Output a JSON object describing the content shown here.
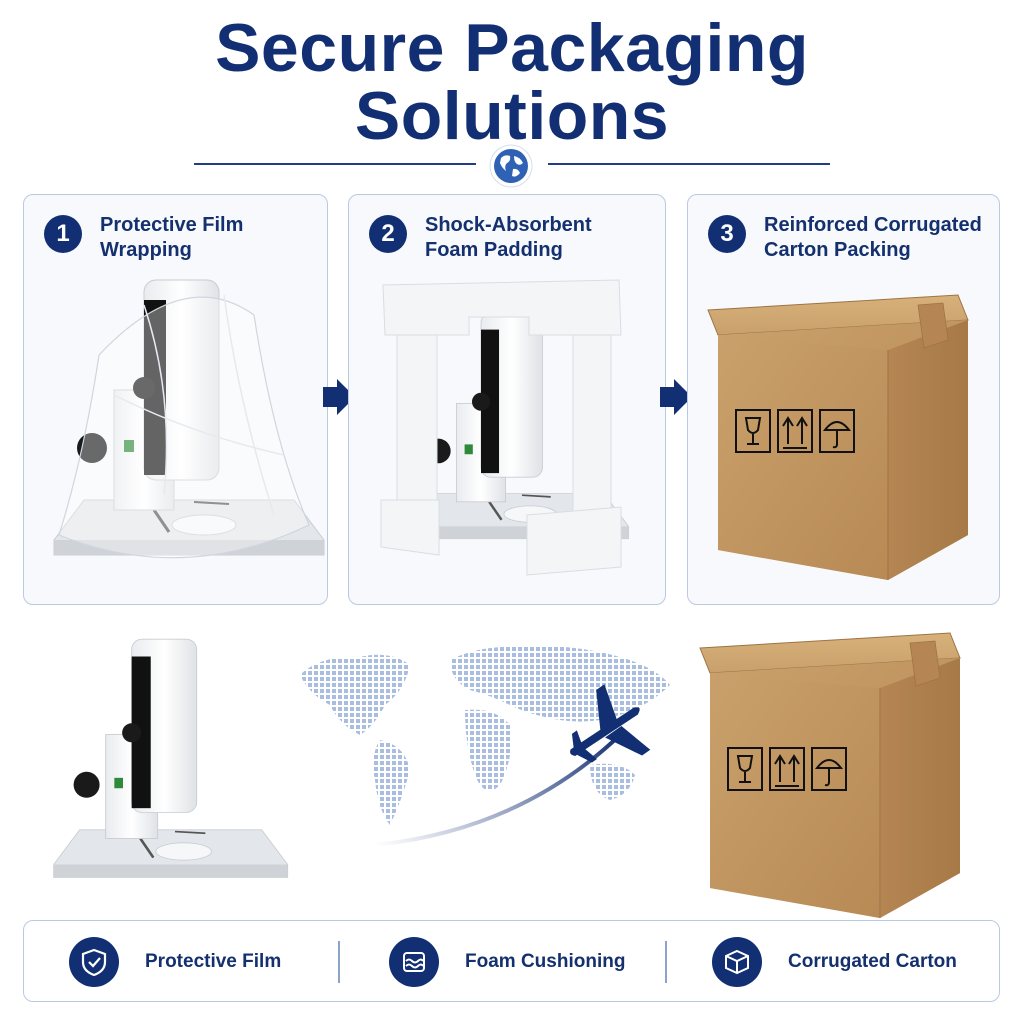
{
  "header": {
    "title_line1": "Secure Packaging",
    "title_line2": "Solutions",
    "badge_icon": "globe-icon"
  },
  "steps": [
    {
      "number": "1",
      "title": "Protective Film Wrapping",
      "art": "film-wrapped-microscope"
    },
    {
      "number": "2",
      "title": "Shock-Absorbent Foam Padding",
      "art": "foam-padded-microscope"
    },
    {
      "number": "3",
      "title": "Reinforced Corrugated Carton Packing",
      "art": "cardboard-box"
    }
  ],
  "step_arrow_icon": "chevron-right-icon",
  "illustration": {
    "left": "microscope",
    "center": "world-map-with-airplane",
    "right": "cardboard-box",
    "box_marks": [
      "fragile-glass-icon",
      "this-way-up-icon",
      "keep-dry-umbrella-icon"
    ]
  },
  "features": [
    {
      "label": "Protective Film",
      "icon": "shield-check-icon"
    },
    {
      "label": "Foam Cushioning",
      "icon": "wave-cushion-icon"
    },
    {
      "label": "Corrugated Carton",
      "icon": "box-icon"
    }
  ],
  "colors": {
    "primary": "#132f73",
    "card_border": "#b9c9e4",
    "cardboard": "#c49a64",
    "foam": "#f4f5f7"
  }
}
